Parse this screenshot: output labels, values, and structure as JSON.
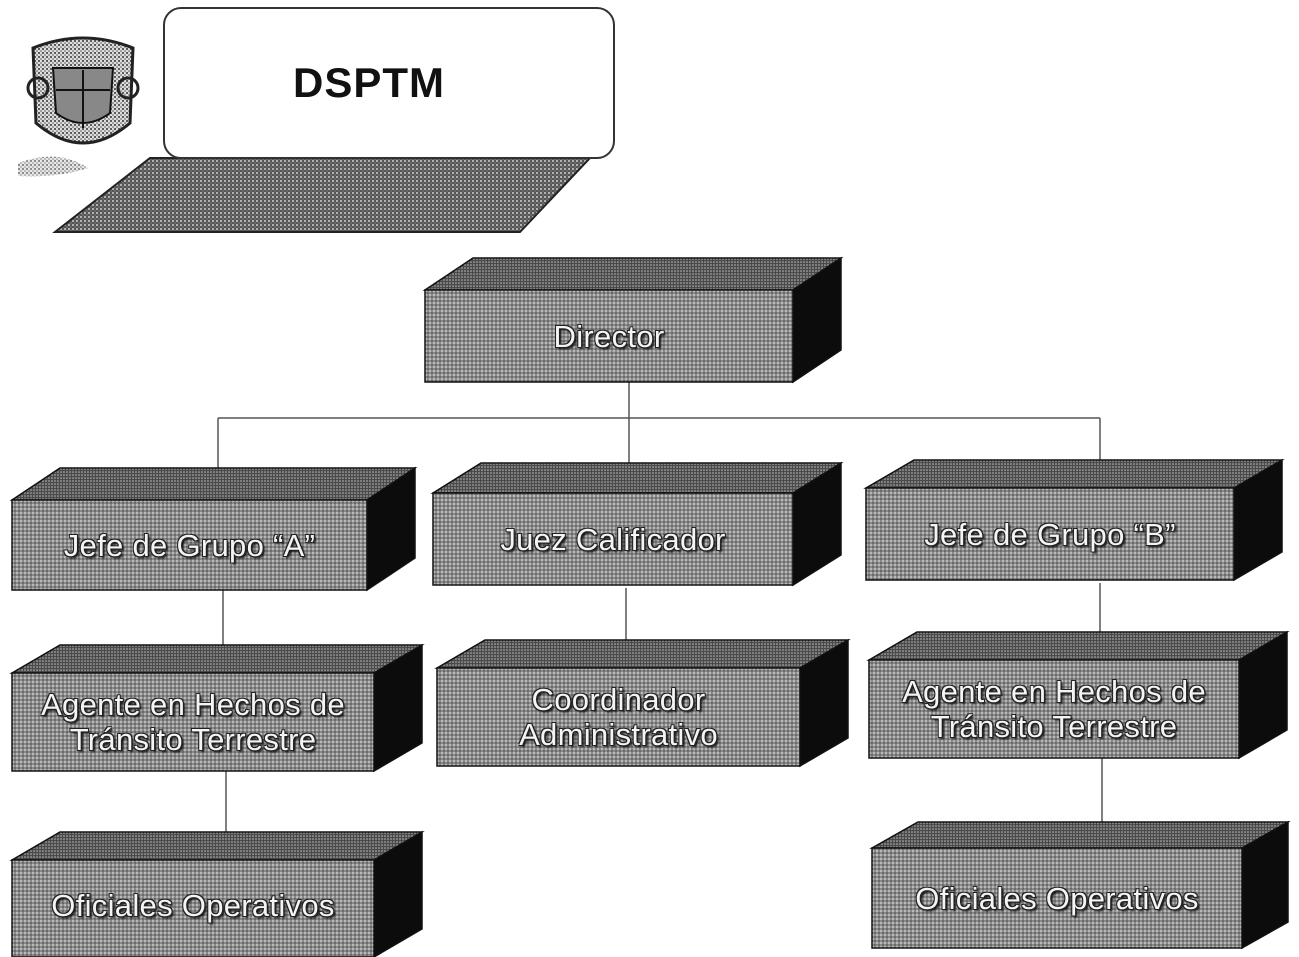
{
  "header": {
    "title": "DSPTM"
  },
  "org_chart": {
    "director": "Director",
    "jefe_a": "Jefe de Grupo “A”",
    "juez": "Juez Calificador",
    "jefe_b": "Jefe de Grupo “B”",
    "agente_a_line1": "Agente en Hechos de",
    "agente_a_line2": "Tránsito Terrestre",
    "coordinador_line1": "Coordinador",
    "coordinador_line2": "Administrativo",
    "agente_b_line1": "Agente en Hechos de",
    "agente_b_line2": "Tránsito Terrestre",
    "oficiales_a": "Oficiales Operativos",
    "oficiales_b": "Oficiales Operativos"
  },
  "colors": {
    "box_front": "#8a8a8a",
    "box_top": "#5a5a5a",
    "box_side": "#0c0c0c",
    "connector": "#555555"
  }
}
